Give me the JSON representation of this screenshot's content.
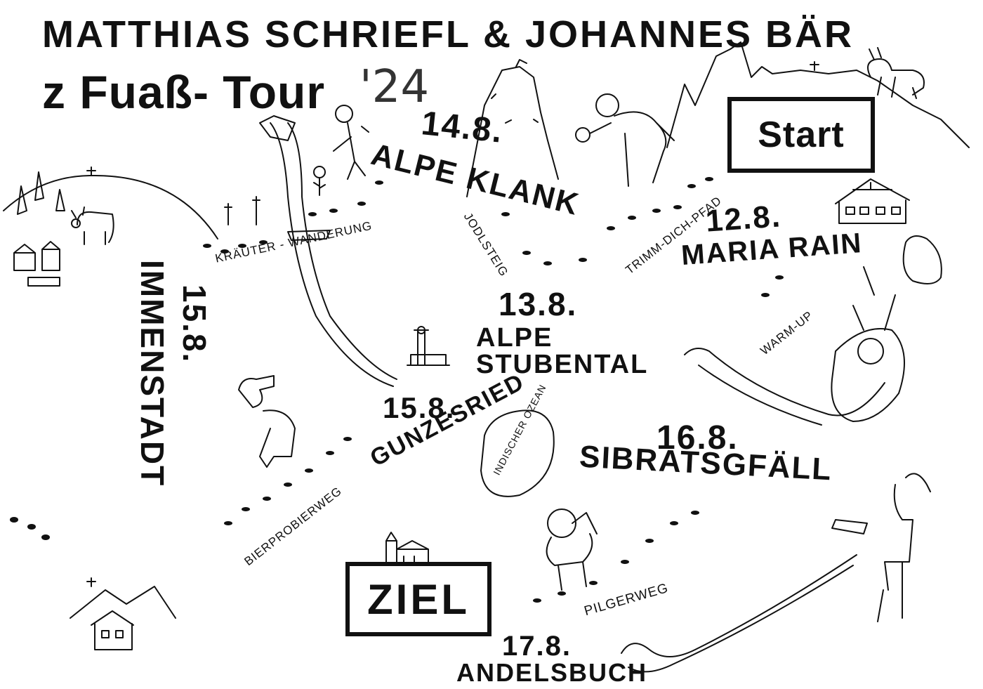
{
  "header": {
    "title_names": "Matthias Schriefl & Johannes Bär",
    "subtitle": "z Fuaß- Tour",
    "year": "'24"
  },
  "boxes": {
    "start": "Start",
    "ziel": "Ziel"
  },
  "stages": [
    {
      "date": "12.8.",
      "place": "Maria Rain"
    },
    {
      "date": "13.8.",
      "place_line1": "Alpe",
      "place_line2": "Stubental"
    },
    {
      "date": "14.8.",
      "place": "Alpe Klank"
    },
    {
      "date": "15.8.",
      "place": "Immenstadt"
    },
    {
      "date": "15.8.",
      "place": "Gunzesried"
    },
    {
      "date": "16.8.",
      "place": "Sibratsgfäll"
    },
    {
      "date": "17.8.",
      "place": "Andelsbuch"
    }
  ],
  "trails": {
    "jodelsteig": "Jodlsteig",
    "trimm_dich_pfad": "Trimm-Dich-Pfad",
    "warm_up": "Warm-Up",
    "kraeuter_wanderung": "Kräuter - Wanderung",
    "bierprobierweg": "Bierprobierweg",
    "pilgerweg": "Pilgerweg",
    "lake": "Indischer Ozean"
  },
  "colors": {
    "ink": "#111111",
    "paper": "#ffffff",
    "year_gray": "#333333"
  },
  "icons": [
    "mountain-range-icon",
    "summit-cross-icon",
    "goat-icon",
    "alpine-hut-icon",
    "church-icon",
    "cow-icon",
    "tree-icon",
    "footprint-icon",
    "alphorn-icon",
    "hiker-icon"
  ]
}
